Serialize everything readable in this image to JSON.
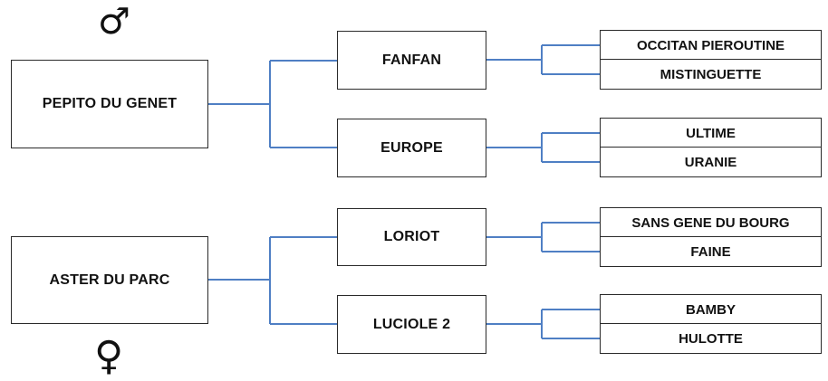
{
  "symbols": {
    "male": "♂",
    "female": "♀"
  },
  "line_color": "#4f7fc4",
  "generation1": [
    {
      "name": "PEPITO DU GENET"
    },
    {
      "name": "ASTER DU PARC"
    }
  ],
  "generation2": [
    {
      "name": "FANFAN"
    },
    {
      "name": "EUROPE"
    },
    {
      "name": "LORIOT"
    },
    {
      "name": "LUCIOLE 2"
    }
  ],
  "generation3": [
    {
      "top": "OCCITAN PIEROUTINE",
      "bottom": "MISTINGUETTE"
    },
    {
      "top": "ULTIME",
      "bottom": "URANIE"
    },
    {
      "top": "SANS GENE DU BOURG",
      "bottom": "FAINE"
    },
    {
      "top": "BAMBY",
      "bottom": "HULOTTE"
    }
  ]
}
